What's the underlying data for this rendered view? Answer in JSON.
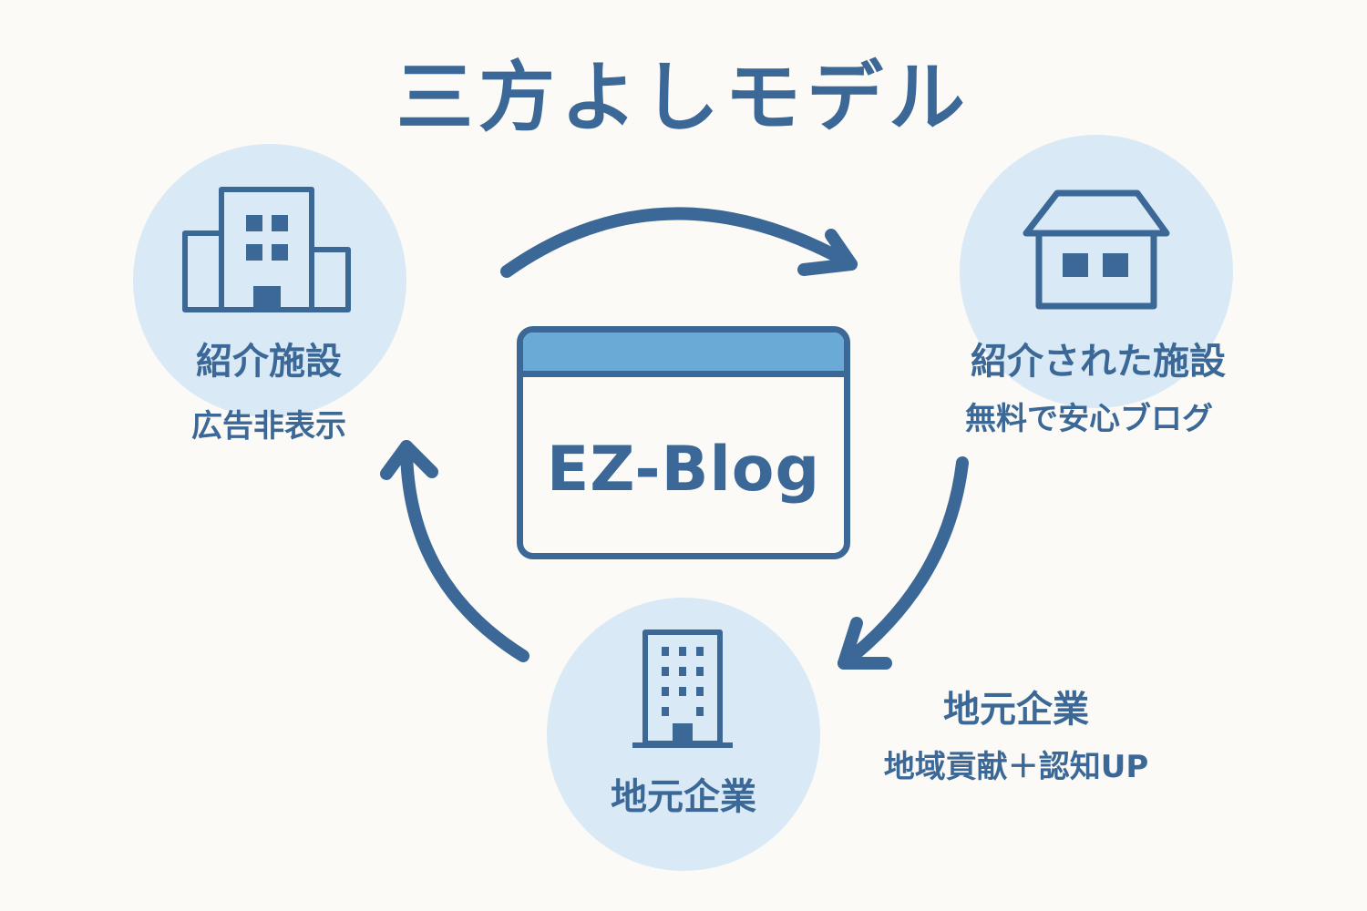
{
  "title": "三方よしモデル",
  "center": {
    "label": "EZ-Blog"
  },
  "nodes": {
    "left": {
      "name": "紹介施設",
      "description": "広告非表示",
      "icon": "office-building-icon"
    },
    "right": {
      "name": "紹介された施設",
      "description": "無料で安心ブログ",
      "icon": "house-icon"
    },
    "bottom": {
      "name": "地元企業",
      "icon": "tower-building-icon"
    }
  },
  "side_note": {
    "name": "地元企業",
    "description": "地域貢献＋認知UP"
  },
  "colors": {
    "primary": "#3b6896",
    "circle_fill": "#d9eaf6",
    "header_fill": "#6aaad6",
    "background": "#fbfaf6"
  }
}
